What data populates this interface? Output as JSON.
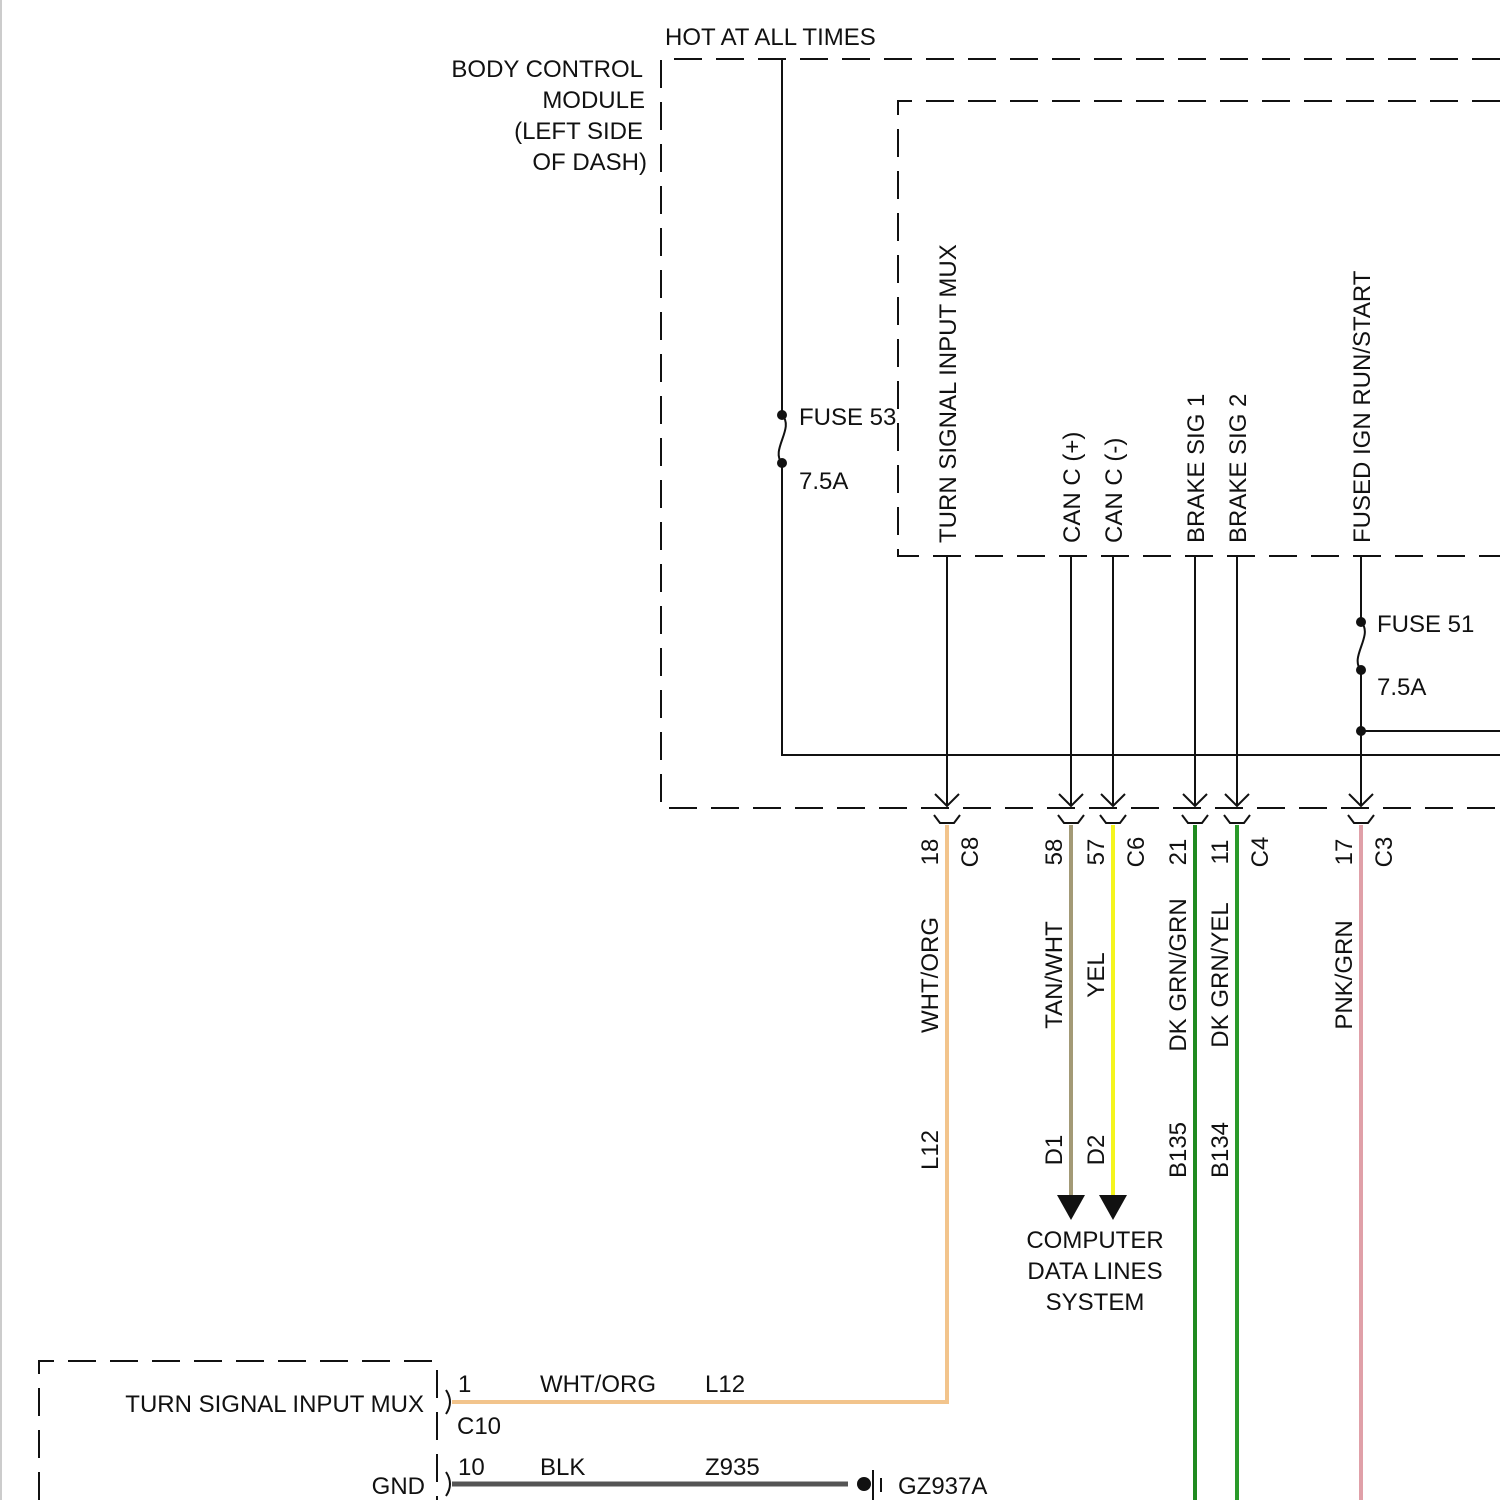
{
  "labels": {
    "hot": "HOT AT ALL TIMES",
    "bcm": [
      "BODY CONTROL",
      "MODULE",
      "(LEFT SIDE",
      "OF DASH)"
    ],
    "fuse53": "FUSE 53",
    "fuse53_rating": "7.5A",
    "fuse51": "FUSE 51",
    "fuse51_rating": "7.5A",
    "computer": [
      "COMPUTER",
      "DATA LINES",
      "SYSTEM"
    ]
  },
  "circuits": [
    {
      "function": "TURN SIGNAL INPUT MUX",
      "pin": "18",
      "connector": "C8",
      "color_name": "WHT/ORG",
      "circuit": "L12",
      "wire_color": "#f2c48c"
    },
    {
      "function": "CAN C (+)",
      "pin": "58",
      "connector": "",
      "color_name": "TAN/WHT",
      "circuit": "D1",
      "wire_color": "#a39a76"
    },
    {
      "function": "CAN C (-)",
      "pin": "57",
      "connector": "C6",
      "color_name": "YEL",
      "circuit": "D2",
      "wire_color": "#f5f51e"
    },
    {
      "function": "BRAKE SIG 1",
      "pin": "21",
      "connector": "",
      "color_name": "DK GRN/GRN",
      "circuit": "B135",
      "wire_color": "#1f8a1f"
    },
    {
      "function": "BRAKE SIG 2",
      "pin": "11",
      "connector": "C4",
      "color_name": "DK GRN/YEL",
      "circuit": "B134",
      "wire_color": "#2a9a2a"
    },
    {
      "function": "FUSED IGN RUN/START",
      "pin": "17",
      "connector": "C3",
      "color_name": "PNK/GRN",
      "circuit": "",
      "wire_color": "#e0a0a8"
    }
  ],
  "lower_module": {
    "name": "TURN SIGNAL INPUT MUX",
    "pin1": "1",
    "pin1_color": "WHT/ORG",
    "pin1_circuit": "L12",
    "connector": "C10",
    "gnd": "GND",
    "pin10": "10",
    "pin10_color": "BLK",
    "pin10_circuit": "Z935",
    "ground": "GZ937A"
  }
}
